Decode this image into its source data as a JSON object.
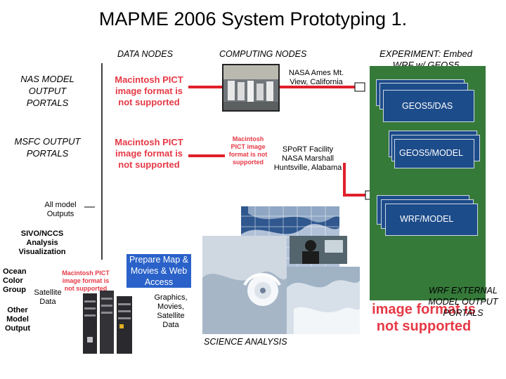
{
  "title": "MAPME 2006 System Prototyping 1.",
  "headers": {
    "data_nodes": "DATA NODES",
    "computing_nodes": "COMPUTING NODES",
    "experiment": "EXPERIMENT: Embed WRF w/ GEOS5"
  },
  "portals": {
    "nas": "NAS MODEL OUTPUT PORTALS",
    "msfc": "MSFC OUTPUT PORTALS"
  },
  "pict_placeholder": "Macintosh PICT image format is not supported",
  "computing": {
    "ames": "NASA Ames Mt. View, California",
    "sport": "SPoRT Facility NASA Marshall Huntsville, Alabama"
  },
  "experiment_boxes": {
    "das": "GEOS5/DAS",
    "model": "GEOS5/MODEL",
    "wrf": "WRF/MODEL"
  },
  "labels": {
    "all_outputs": "All model Outputs",
    "sivo": "SIVO/NCCS Analysis Visualization",
    "ocean": "Ocean Color Group",
    "satellite": "Satellite Data",
    "other_model": "Other Model Output",
    "prepare_map": "Prepare Map & Movies & Web Access",
    "graphics": "Graphics, Movies, Satellite Data",
    "science": "SCIENCE ANALYSIS",
    "wrf_external": "WRF EXTERNAL MODEL OUTPUT PORTALS"
  },
  "colors": {
    "connector_red": "#e0202a",
    "pict_red": "#e63946",
    "panel_green": "#367a3a",
    "box_blue": "#1d4c8a",
    "prepare_blue": "#2a62c9"
  }
}
